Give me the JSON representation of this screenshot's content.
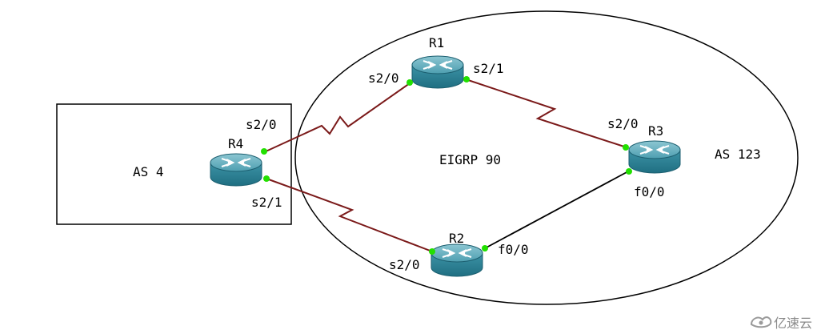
{
  "regions": {
    "as4_label": "AS 4",
    "as123_label": "AS 123",
    "eigrp_label": "EIGRP 90"
  },
  "routers": {
    "r1": "R1",
    "r2": "R2",
    "r3": "R3",
    "r4": "R4"
  },
  "interfaces": {
    "r1_s20": "s2/0",
    "r1_s21": "s2/1",
    "r3_s20": "s2/0",
    "r3_f00": "f0/0",
    "r4_s20": "s2/0",
    "r4_s21": "s2/1",
    "r2_s20": "s2/0",
    "r2_f00": "f0/0"
  },
  "links": [
    {
      "from": "R4",
      "to": "R1",
      "type": "serial"
    },
    {
      "from": "R1",
      "to": "R3",
      "type": "serial"
    },
    {
      "from": "R4",
      "to": "R2",
      "type": "serial"
    },
    {
      "from": "R2",
      "to": "R3",
      "type": "ethernet"
    }
  ],
  "colors": {
    "serial_link": "#7b1a1a",
    "ethernet_link": "#000000",
    "port_dot": "#22e000",
    "router_top": "#4f9fb0",
    "router_body": "#2a7f93"
  },
  "watermark": {
    "text": "亿速云",
    "icon": "yisu-cloud-logo"
  }
}
